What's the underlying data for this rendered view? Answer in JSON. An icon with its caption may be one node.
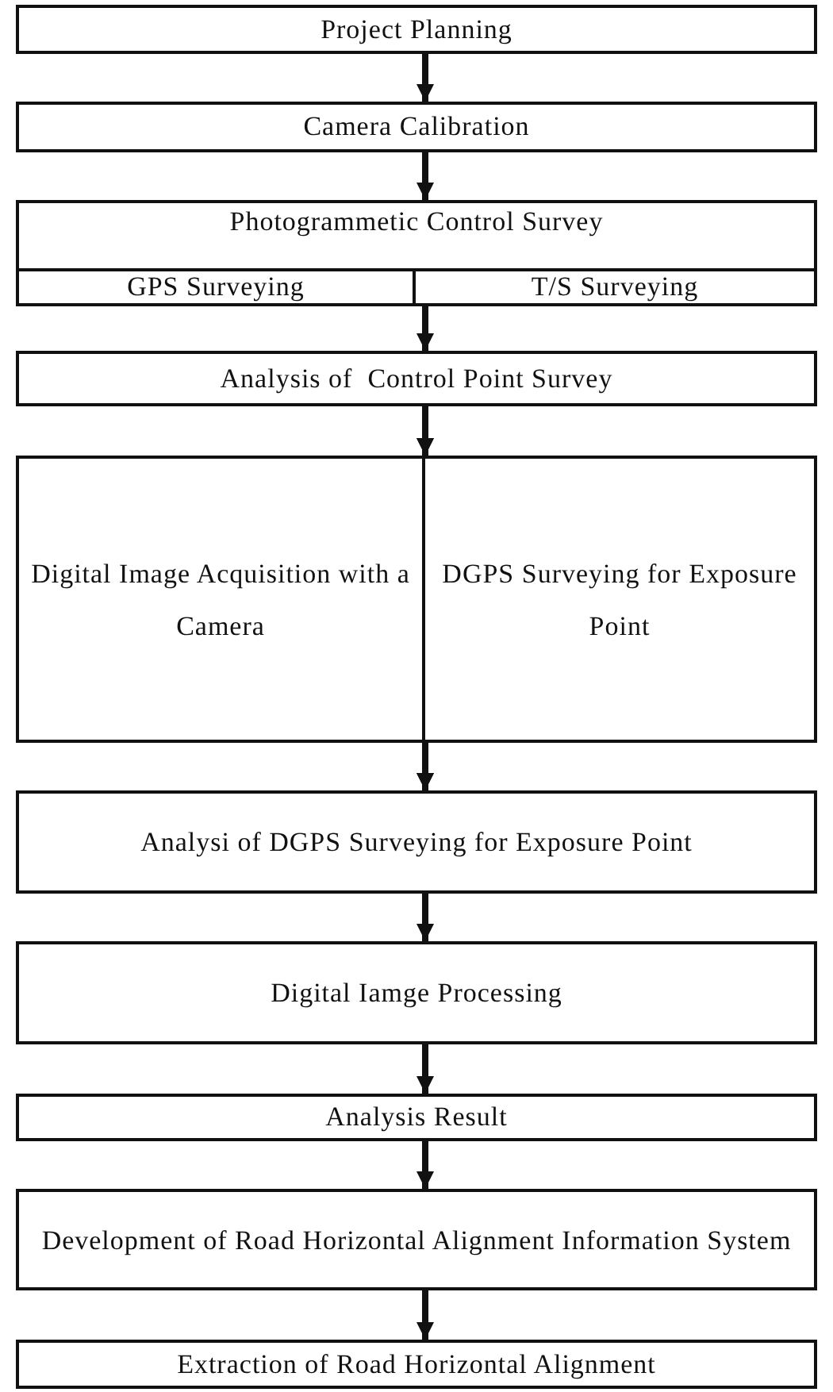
{
  "diagram": {
    "nodes": [
      {
        "text": [
          "Project Planning"
        ]
      },
      {
        "text": [
          "Camera Calibration"
        ]
      },
      {
        "text": [
          "Photogrammetic Control Survey"
        ]
      },
      {
        "text": [
          "GPS Surveying"
        ],
        "in": 2
      },
      {
        "text": [
          "T/S Surveying"
        ],
        "in": 2
      },
      {
        "text": [
          "Analysis of  Control Point Survey"
        ]
      },
      {
        "text": [
          "Digital Image Acquisition with a Camera"
        ]
      },
      {
        "text": [
          "DGPS Surveying for Exposure Point"
        ]
      },
      {
        "text": [
          "Analysi of DGPS Surveying for Exposure Point"
        ]
      },
      {
        "text": [
          "Digital Iamge Processing"
        ]
      },
      {
        "text": [
          "Analysis Result"
        ]
      },
      {
        "text": [
          "Development of Road Horizontal Alignment Information System"
        ]
      },
      {
        "text": [
          "Extraction of Road Horizontal Alignment"
        ]
      }
    ],
    "edges": [
      {
        "from": 0,
        "to": 1,
        "arrow": "to"
      },
      {
        "from": 1,
        "to": 2,
        "arrow": "to"
      },
      {
        "from": 2,
        "to": 5,
        "arrow": "to"
      },
      {
        "from": 5,
        "to": 6,
        "arrow": "to"
      },
      {
        "from": 5,
        "to": 7,
        "arrow": "to"
      },
      {
        "from": 6,
        "to": 8,
        "arrow": "to"
      },
      {
        "from": 7,
        "to": 8,
        "arrow": "to"
      },
      {
        "from": 8,
        "to": 9,
        "arrow": "to"
      },
      {
        "from": 9,
        "to": 10,
        "arrow": "to"
      },
      {
        "from": 10,
        "to": 11,
        "arrow": "to"
      },
      {
        "from": 11,
        "to": 12,
        "arrow": "to"
      }
    ]
  }
}
